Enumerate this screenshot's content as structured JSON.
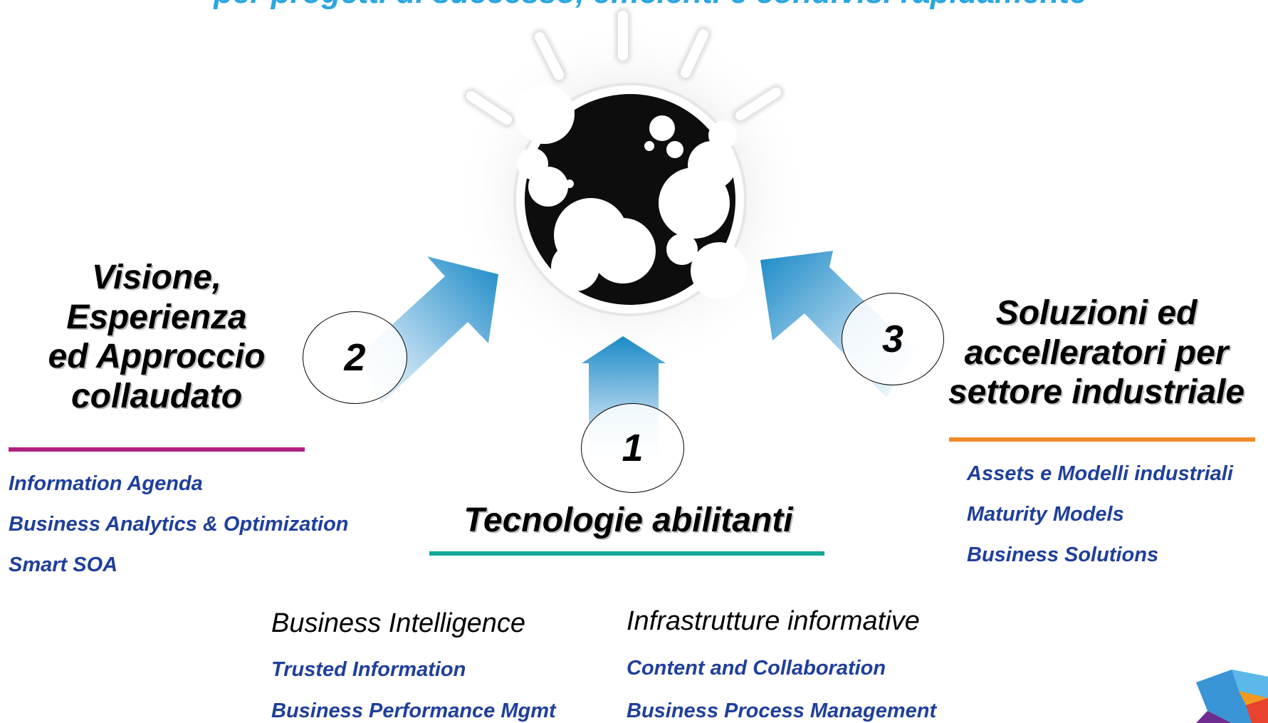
{
  "title": "per progetti di successo, efficienti e condivisi rapidamente",
  "pillars": [
    {
      "number": "1",
      "heading": "Tecnologie abilitanti",
      "rule_color": "#12a89a"
    },
    {
      "number": "2",
      "heading_lines": [
        "Visione,",
        "Esperienza",
        "ed Approccio",
        "collaudato"
      ],
      "rule_color": "#b0217f",
      "items": [
        "Information Agenda",
        "Business Analytics & Optimization",
        "Smart SOA"
      ]
    },
    {
      "number": "3",
      "heading_lines": [
        "Soluzioni ed",
        "accelleratori per",
        "settore industriale"
      ],
      "rule_color": "#ef8a2a",
      "items": [
        "Assets e Modelli industriali",
        "Maturity Models",
        "Business Solutions"
      ]
    }
  ],
  "technologies": {
    "business_intelligence": {
      "heading": "Business Intelligence",
      "items": [
        "Trusted Information",
        "Business Performance Mgmt"
      ]
    },
    "infrastrutture": {
      "heading": "Infrastrutture informative",
      "items": [
        "Content and Collaboration",
        "Business Process Management"
      ]
    }
  },
  "colors": {
    "title": "#2aa6e0",
    "item_text": "#1f3f9a",
    "arrow": "#1b8ac6"
  },
  "icons": {
    "globe": "smarter-planet-globe-icon",
    "logo": "corner-logo-icon"
  }
}
